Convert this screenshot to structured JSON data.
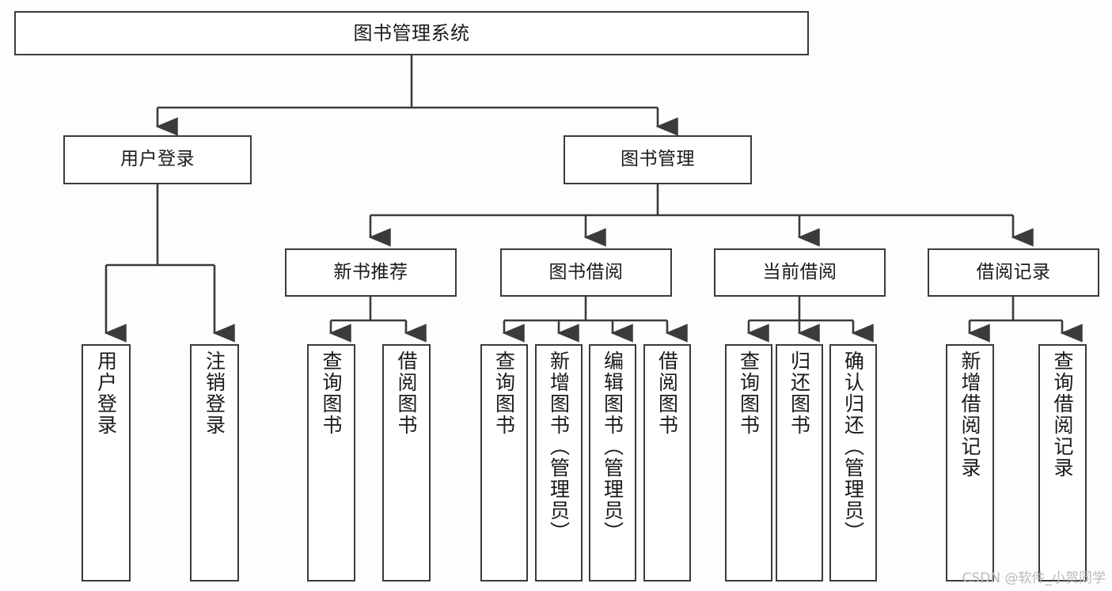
{
  "diagram": {
    "type": "tree",
    "title": "图书管理系统",
    "root": {
      "id": "root",
      "label": "图书管理系统",
      "orientation": "horizontal"
    },
    "level2": [
      {
        "id": "user-login",
        "label": "用户登录",
        "orientation": "horizontal"
      },
      {
        "id": "book-manage",
        "label": "图书管理",
        "orientation": "horizontal"
      }
    ],
    "level3": [
      {
        "id": "new-book-rec",
        "label": "新书推荐",
        "orientation": "horizontal",
        "parent": "book-manage"
      },
      {
        "id": "book-borrow",
        "label": "图书借阅",
        "orientation": "horizontal",
        "parent": "book-manage"
      },
      {
        "id": "current-borrow",
        "label": "当前借阅",
        "orientation": "horizontal",
        "parent": "book-manage"
      },
      {
        "id": "borrow-record",
        "label": "借阅记录",
        "orientation": "horizontal",
        "parent": "book-manage"
      }
    ],
    "leaves": [
      {
        "id": "leaf-user-login",
        "label": "用户登录",
        "orientation": "vertical",
        "parent": "user-login"
      },
      {
        "id": "leaf-user-logout",
        "label": "注销登录",
        "orientation": "vertical",
        "parent": "user-login"
      },
      {
        "id": "leaf-query-book-1",
        "label": "查询图书",
        "orientation": "vertical",
        "parent": "new-book-rec"
      },
      {
        "id": "leaf-borrow-book-1",
        "label": "借阅图书",
        "orientation": "vertical",
        "parent": "new-book-rec"
      },
      {
        "id": "leaf-query-book-2",
        "label": "查询图书",
        "orientation": "vertical",
        "parent": "book-borrow"
      },
      {
        "id": "leaf-add-book",
        "label": "新增图书（管理员）",
        "orientation": "vertical",
        "parent": "book-borrow"
      },
      {
        "id": "leaf-edit-book",
        "label": "编辑图书（管理员）",
        "orientation": "vertical",
        "parent": "book-borrow"
      },
      {
        "id": "leaf-borrow-book-2",
        "label": "借阅图书",
        "orientation": "vertical",
        "parent": "book-borrow"
      },
      {
        "id": "leaf-query-book-3",
        "label": "查询图书",
        "orientation": "vertical",
        "parent": "current-borrow"
      },
      {
        "id": "leaf-return-book",
        "label": "归还图书",
        "orientation": "vertical",
        "parent": "current-borrow"
      },
      {
        "id": "leaf-confirm-return",
        "label": "确认归还（管理员）",
        "orientation": "vertical",
        "parent": "current-borrow"
      },
      {
        "id": "leaf-add-record",
        "label": "新增借阅记录",
        "orientation": "vertical",
        "parent": "borrow-record"
      },
      {
        "id": "leaf-query-record",
        "label": "查询借阅记录",
        "orientation": "vertical",
        "parent": "borrow-record"
      }
    ]
  },
  "colors": {
    "border": "#3b3b3b",
    "node_fill": "#ffffff",
    "text": "#1a1a1a",
    "connector": "#3b3b3b",
    "watermark": "#b9b9b9",
    "background": "#fdfdfd"
  },
  "watermark": {
    "text": "CSDN @软件_小贺同学"
  }
}
